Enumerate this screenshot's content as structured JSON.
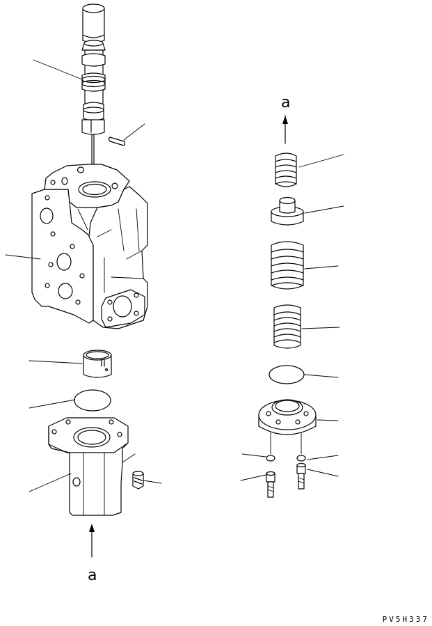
{
  "diagram": {
    "arrow_labels": {
      "top": "a",
      "bottom": "a"
    },
    "drawing_code": "PV5H337"
  }
}
